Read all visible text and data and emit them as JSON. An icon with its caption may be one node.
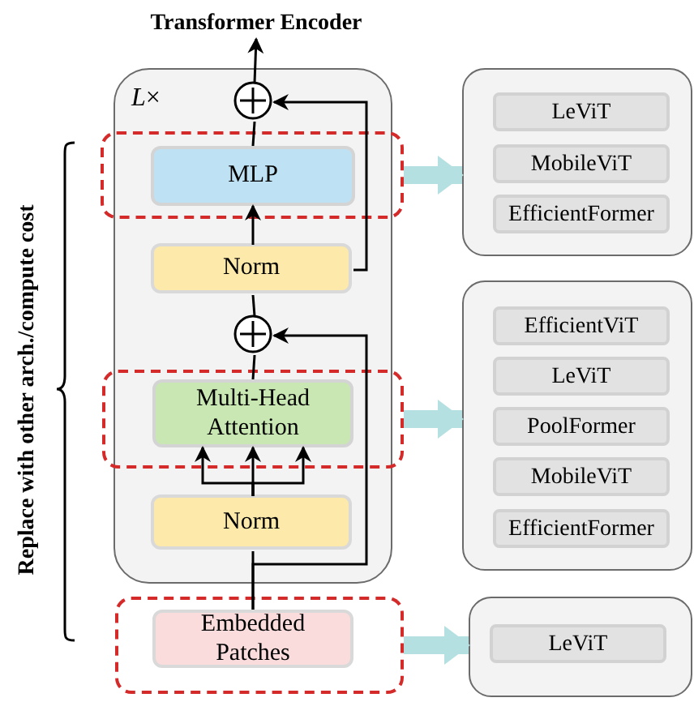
{
  "diagram": {
    "nodes": [
      {
        "text": [
          "Transformer Encoder"
        ]
      },
      {
        "text": [
          "*L*×"
        ]
      },
      {
        "text": [],
        "shape": "box"
      },
      {
        "text": [
          "MLP"
        ],
        "in": 2
      },
      {
        "text": [],
        "shape": "circle",
        "in": 1
      },
      {
        "text": [
          "Norm"
        ],
        "in": 1
      },
      {
        "text": [],
        "shape": "circle",
        "in": 1
      },
      {
        "text": [],
        "shape": "box"
      },
      {
        "text": [
          "Multi-Head Attention"
        ],
        "in": 7
      },
      {
        "text": [
          "Norm"
        ],
        "in": 1
      },
      {
        "text": [],
        "shape": "box"
      },
      {
        "text": [
          "Embedded Patches"
        ],
        "in": 10
      },
      {
        "text": [],
        "shape": "box"
      },
      {
        "text": [
          "LeViT"
        ],
        "in": 12
      },
      {
        "text": [
          "MobileViT"
        ],
        "in": 12
      },
      {
        "text": [
          "EfficientFormer"
        ],
        "in": 12
      },
      {
        "text": [],
        "shape": "box"
      },
      {
        "text": [
          "EfficientViT"
        ],
        "in": 16
      },
      {
        "text": [
          "LeViT"
        ],
        "in": 16
      },
      {
        "text": [
          "PoolFormer"
        ],
        "in": 16
      },
      {
        "text": [
          "MobileViT"
        ],
        "in": 16
      },
      {
        "text": [
          "EfficientFormer"
        ],
        "in": 16
      },
      {
        "text": [],
        "shape": "box"
      },
      {
        "text": [
          "LeViT"
        ],
        "in": 22
      }
    ],
    "edges": [
      {
        "from": 4,
        "to": 0,
        "arrow": "to"
      },
      {
        "from": 3,
        "to": 4,
        "arrow": "none"
      },
      {
        "from": 5,
        "to": 3,
        "arrow": "to"
      },
      {
        "from": 5,
        "to": 4,
        "arrow": "to"
      },
      {
        "from": 6,
        "to": 5,
        "arrow": "none"
      },
      {
        "from": 8,
        "to": 6,
        "arrow": "none"
      },
      {
        "from": 9,
        "to": 8,
        "arrow": "to"
      },
      {
        "from": 9,
        "to": 8,
        "arrow": "to"
      },
      {
        "from": 9,
        "to": 8,
        "arrow": "to"
      },
      {
        "from": 11,
        "to": 9,
        "arrow": "none"
      },
      {
        "from": 11,
        "to": 6,
        "arrow": "to"
      },
      {
        "from": 2,
        "to": 12,
        "arrow": "to",
        "style": "thick",
        "color": "#b5e0e1"
      },
      {
        "from": 7,
        "to": 16,
        "arrow": "to",
        "style": "thick",
        "color": "#b5e0e1"
      },
      {
        "from": 10,
        "to": 22,
        "arrow": "to",
        "style": "thick",
        "color": "#b5e0e1"
      }
    ],
    "labels": [
      "Replace with other arch./compute cost"
    ]
  }
}
